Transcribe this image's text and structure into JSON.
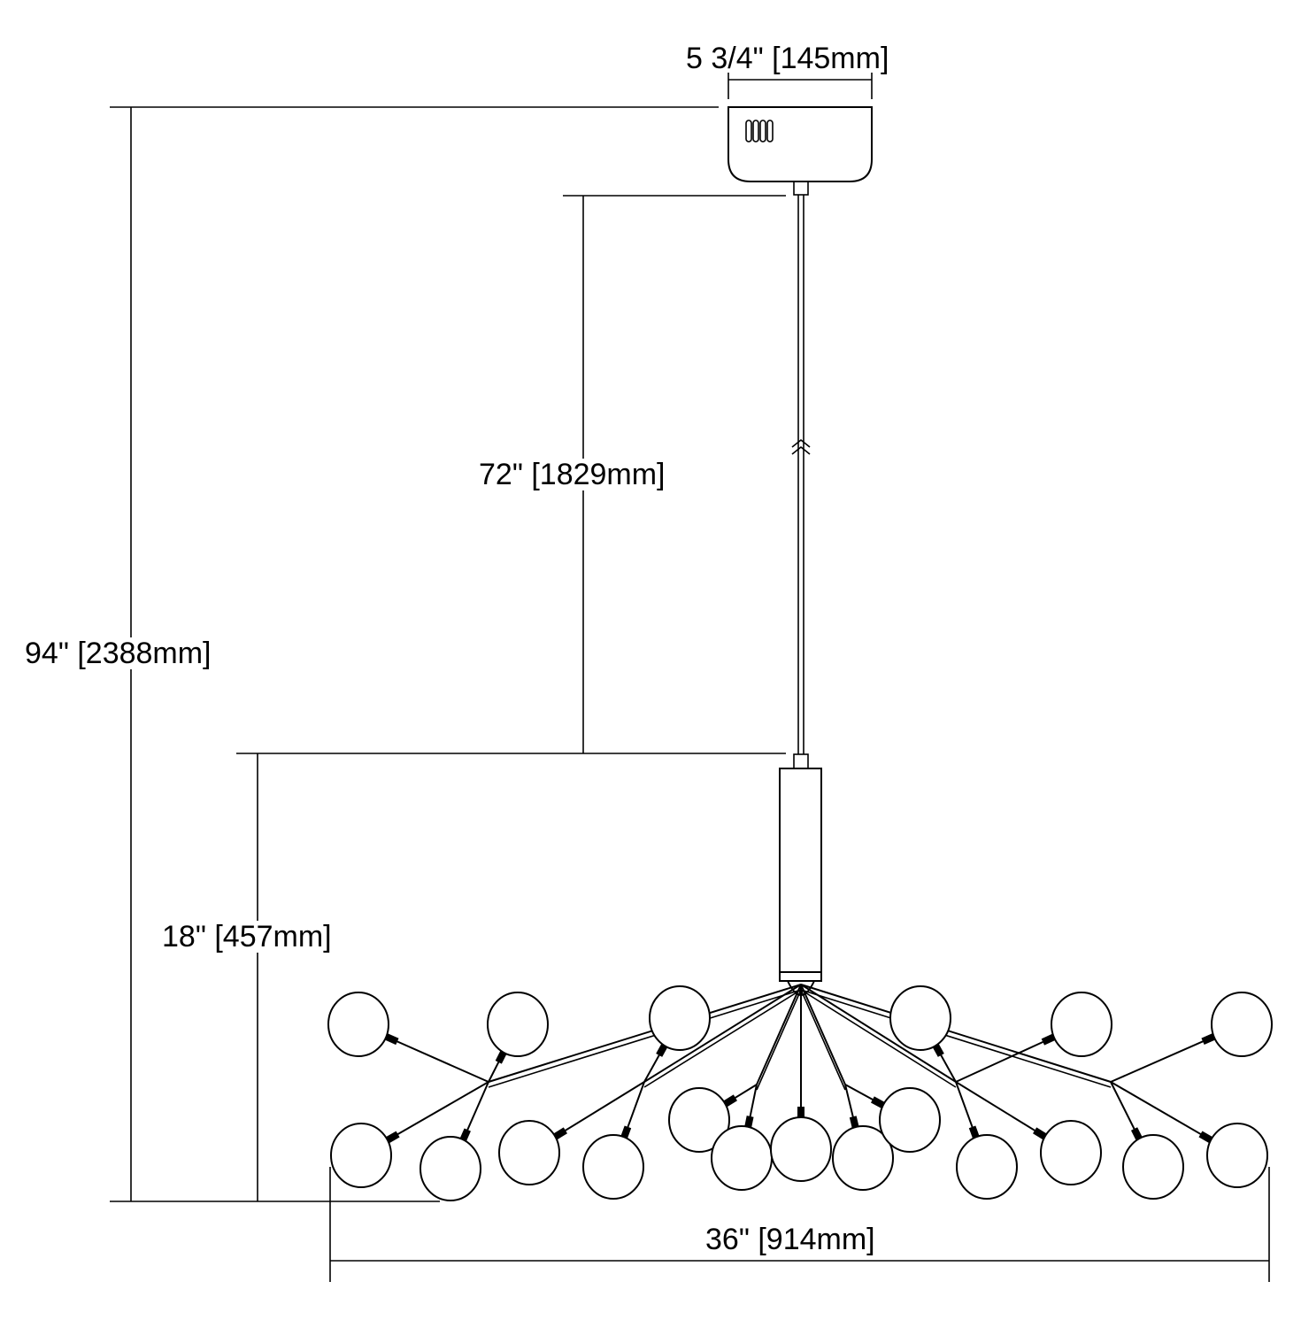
{
  "title": "Chandelier dimension drawing",
  "dimensions": {
    "canopy_width": "5 3/4\" [145mm]",
    "cable_length": "72\" [1829mm]",
    "overall_height": "94\" [2388mm]",
    "fixture_height": "18\" [457mm]",
    "fixture_width": "36\" [914mm]"
  },
  "colors": {
    "line": "#000000",
    "background": "#ffffff"
  }
}
